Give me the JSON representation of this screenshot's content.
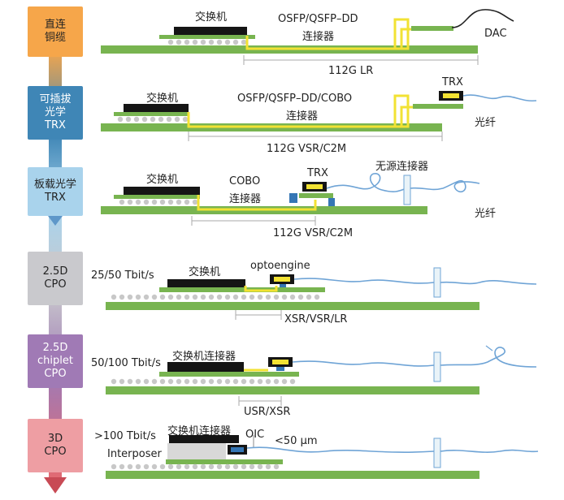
{
  "stages": [
    {
      "lines": [
        "直连",
        "铜缆"
      ],
      "color": "#f6a64a"
    },
    {
      "lines": [
        "可插拔",
        "光学",
        "TRX"
      ],
      "color": "#3f86b6"
    },
    {
      "lines": [
        "板载光学",
        "TRX"
      ],
      "color": "#a9d3ec"
    },
    {
      "lines": [
        "2.5D",
        "CPO"
      ],
      "color": "#c9c9cd"
    },
    {
      "lines": [
        "2.5D",
        "chiplet",
        "CPO"
      ],
      "color": "#a07ab5"
    },
    {
      "lines": [
        "3D",
        "CPO"
      ],
      "color": "#ee9ea3"
    }
  ],
  "row1": {
    "switch": "交换机",
    "connector_line1": "OSFP/QSFP–DD",
    "connector_line2": "连接器",
    "cable": "DAC",
    "dimension": "112G LR"
  },
  "row2": {
    "switch": "交换机",
    "connector_line1": "OSFP/QSFP–DD/COBO",
    "connector_line2": "连接器",
    "module": "TRX",
    "fiber": "光纤",
    "dimension": "112G VSR/C2M"
  },
  "row3": {
    "switch": "交换机",
    "connector_line1": "COBO",
    "connector_line2": "连接器",
    "module": "TRX",
    "passive": "无源连接器",
    "fiber": "光纤",
    "dimension": "112G VSR/C2M"
  },
  "row4": {
    "rate": "25/50 Tbit/s",
    "switch": "交换机",
    "engine": "optoengine",
    "dimension": "XSR/VSR/LR"
  },
  "row5": {
    "rate": "50/100 Tbit/s",
    "switch": "交换机连接器",
    "dimension": "USR/XSR"
  },
  "row6": {
    "rate": ">100 Tbit/s",
    "switch": "交换机连接器",
    "interposer": "Interposer",
    "oic": "OIC",
    "spacing": "<50 μm"
  },
  "colors": {
    "board": "#78b450",
    "chip": "#151515",
    "trace": "#f2e233",
    "fiber": "#6fa4d6",
    "optical": "#3576b5",
    "ball": "#c8c8c8"
  }
}
